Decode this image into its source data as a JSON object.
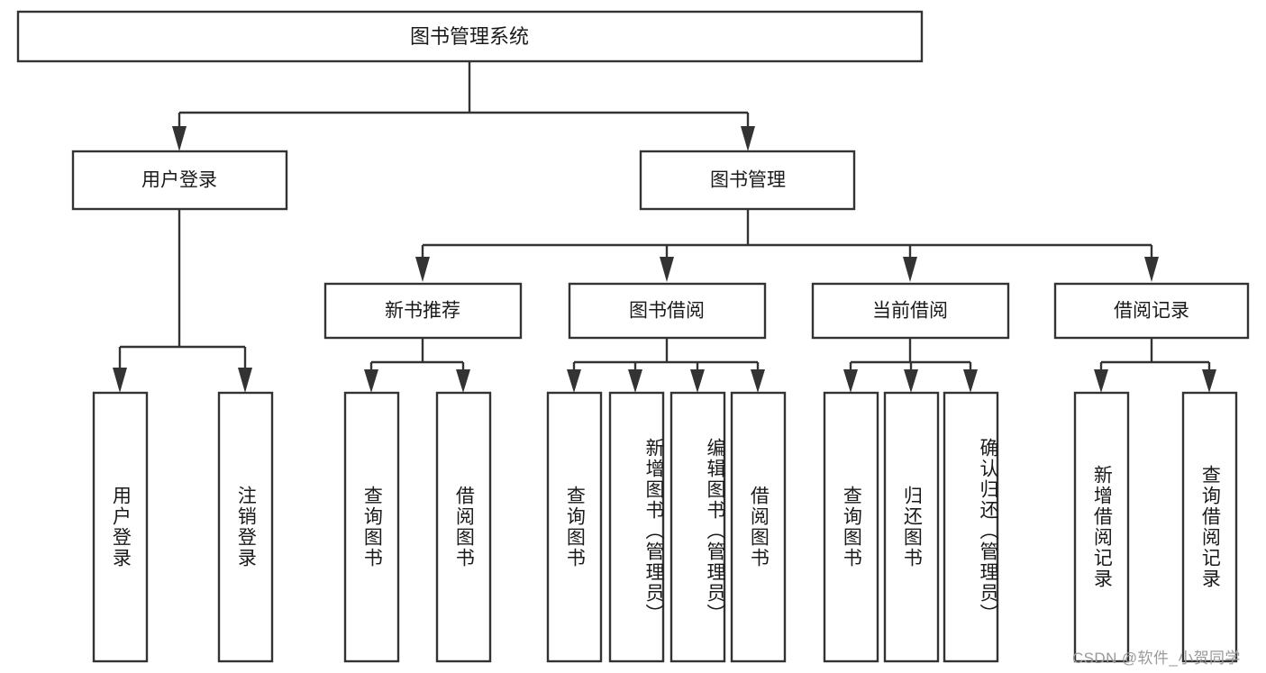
{
  "diagram": {
    "type": "tree-hierarchy",
    "title": "图书管理系统",
    "orientation": "top-down",
    "colors": {
      "box_stroke": "#333333",
      "box_fill": "#ffffff",
      "connector": "#333333",
      "text": "#1a1a1a",
      "watermark": "#9a9a9a",
      "background": "#ffffff"
    },
    "root": {
      "label": "图书管理系统"
    },
    "level1": [
      {
        "label": "用户登录"
      },
      {
        "label": "图书管理"
      }
    ],
    "level2": [
      {
        "label": "新书推荐"
      },
      {
        "label": "图书借阅"
      },
      {
        "label": "当前借阅"
      },
      {
        "label": "借阅记录"
      }
    ],
    "leaves": {
      "user_login": [
        {
          "label": "用户登录"
        },
        {
          "label": "注销登录"
        }
      ],
      "new_book_recommend": [
        {
          "label": "查询图书"
        },
        {
          "label": "借阅图书"
        }
      ],
      "book_borrow": [
        {
          "label": "查询图书"
        },
        {
          "label": "新增图书（管理员）"
        },
        {
          "label": "编辑图书（管理员）"
        },
        {
          "label": "借阅图书"
        }
      ],
      "current_borrow": [
        {
          "label": "查询图书"
        },
        {
          "label": "归还图书"
        },
        {
          "label": "确认归还（管理员）"
        }
      ],
      "borrow_records": [
        {
          "label": "新增借阅记录"
        },
        {
          "label": "查询借阅记录"
        }
      ]
    },
    "watermark": "CSDN @软件_小贺同学"
  }
}
